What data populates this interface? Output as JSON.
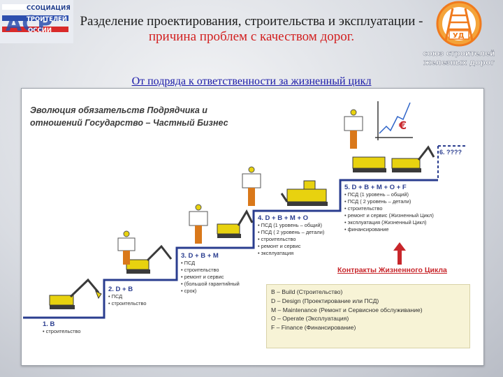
{
  "slide": {
    "title_part1": "Разделение проектирования, строительства и эксплуатации - ",
    "title_part2": "причина проблем с качеством дорог.",
    "subtitle": "От подряда к ответственности за жизненный цикл"
  },
  "logo_left": {
    "lines": [
      "ССОЦИАЦИЯ",
      "ТРОИТЕЛЕЙ",
      "ОССИИ"
    ],
    "letters": "АСР"
  },
  "logo_right": {
    "emblem": "УД",
    "lines": [
      "союз строителей",
      "железных дорог"
    ]
  },
  "diagram": {
    "heading_line1": "Эволюция обязательств Подрядчика и",
    "heading_line2": "отношений Государство – Частный Бизнес",
    "stages": [
      {
        "title": "1. B",
        "items": [
          "строительство"
        ]
      },
      {
        "title": "2. D + B",
        "items": [
          "ПСД",
          "строительство"
        ]
      },
      {
        "title": "3. D + B + M",
        "items": [
          "ПСД",
          "строительство",
          "ремонт и сервис",
          "(большой гарантийный",
          "срок)"
        ]
      },
      {
        "title": "4. D + B + M + O",
        "items": [
          "ПСД (1 уровень – общий)",
          "ПСД ( 2 уровень – детали)",
          "строительство",
          "ремонт и сервис",
          "эксплуатация"
        ]
      },
      {
        "title": "5. D + B + M + O + F",
        "items": [
          "ПСД (1 уровень – общий)",
          "ПСД ( 2 уровень – детали)",
          "строительство",
          "ремонт и сервис (Жизненный Цикл)",
          "эксплуатация (Жизненный Цикл)",
          "финансирование"
        ]
      }
    ],
    "stage6": "6. ????",
    "euro": "€",
    "contracts_label": "Контракты Жизненного Цикла",
    "legend": [
      "B – Build (Строительство)",
      "D – Design (Проектирование или ПСД)",
      "M – Maintenance (Ремонт и Сервисное обслуживание)",
      "O – Operate (Эксплуатация)",
      "F – Finance (Финансирование)"
    ]
  },
  "colors": {
    "title": "#1c1c1c",
    "title_red": "#d21f1f",
    "subtitle": "#1a1aa8",
    "stage_title": "#2a3d8f",
    "stairs": "#2a3d8f",
    "contracts": "#c8262b",
    "machine": "#e8d20f",
    "worker": "#d9781a"
  }
}
